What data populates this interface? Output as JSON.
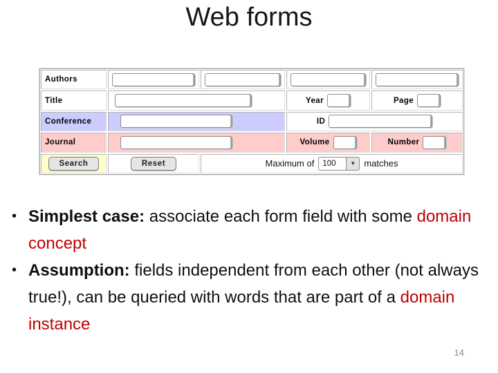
{
  "slide": {
    "title": "Web forms",
    "page_number": "14",
    "bullet_char": "•"
  },
  "form": {
    "labels": {
      "authors": "Authors",
      "title": "Title",
      "conference": "Conference",
      "journal": "Journal",
      "year": "Year",
      "page": "Page",
      "id": "ID",
      "volume": "Volume",
      "number": "Number"
    },
    "fields": {
      "authors_1": "",
      "authors_2": "",
      "authors_3": "",
      "authors_4": "",
      "title": "",
      "year": "",
      "page": "",
      "conference": "",
      "id": "",
      "journal": "",
      "volume": "",
      "number": ""
    },
    "buttons": {
      "search": "Search",
      "reset": "Reset"
    },
    "matches": {
      "prefix": "Maximum of",
      "selected": "100",
      "suffix": "matches"
    },
    "icons": {
      "dropdown_arrow": "▼"
    },
    "colors": {
      "conference_row_bg": "#ccccff",
      "journal_row_bg": "#ffcccc",
      "search_cell_bg": "#ffffcc"
    }
  },
  "bullets": {
    "one": {
      "lead": "Simplest case:",
      "body": " associate each form field with some ",
      "highlight": "domain concept"
    },
    "two": {
      "lead": "Assumption:",
      "body": " fields independent from each other (not always true!), can be queried with words that are part of a ",
      "highlight": "domain instance"
    }
  },
  "colors": {
    "highlight_red": "#c00000",
    "page_number_gray": "#8b8b8b"
  }
}
